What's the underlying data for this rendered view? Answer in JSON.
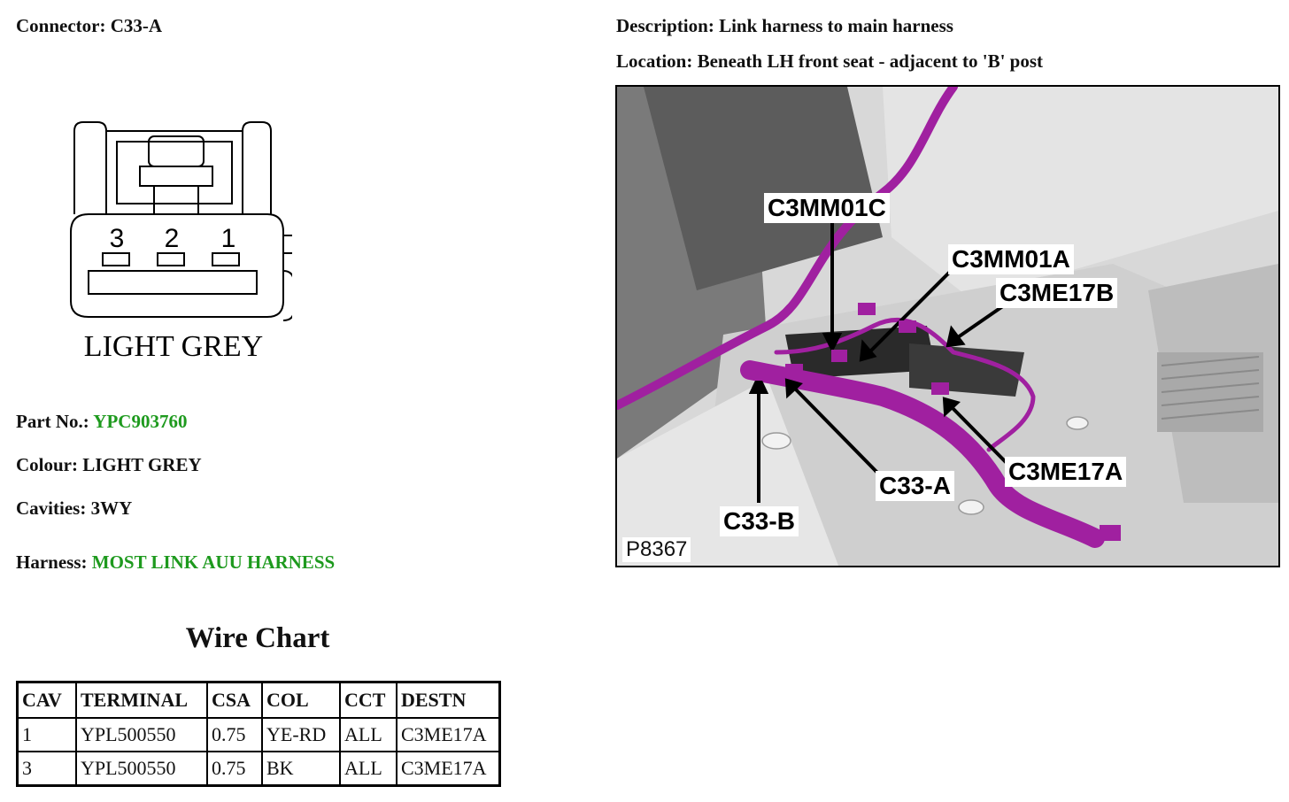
{
  "connector": {
    "label": "Connector:",
    "value": "C33-A"
  },
  "description": {
    "label": "Description:",
    "value": "Link harness to main harness"
  },
  "location": {
    "label": "Location:",
    "value": "Beneath LH front seat - adjacent to 'B' post"
  },
  "diagram": {
    "pins": [
      "3",
      "2",
      "1"
    ],
    "color_label": "LIGHT GREY"
  },
  "part_no": {
    "label": "Part No.:",
    "value": "YPC903760"
  },
  "colour": {
    "label": "Colour:",
    "value": "LIGHT GREY"
  },
  "cavities": {
    "label": "Cavities:",
    "value": "3WY"
  },
  "harness": {
    "label": "Harness:",
    "value": "MOST LINK AUU HARNESS"
  },
  "wire_chart": {
    "title": "Wire Chart",
    "headers": [
      "CAV",
      "TERMINAL",
      "CSA",
      "COL",
      "CCT",
      "DESTN"
    ],
    "rows": [
      [
        "1",
        "YPL500550",
        "0.75",
        "YE-RD",
        "ALL",
        "C3ME17A"
      ],
      [
        "3",
        "YPL500550",
        "0.75",
        "BK",
        "ALL",
        "C3ME17A"
      ]
    ]
  },
  "photo": {
    "callouts": [
      "C3MM01C",
      "C3MM01A",
      "C3ME17B",
      "C33-A",
      "C3ME17A",
      "C33-B"
    ],
    "figure_id": "P8367",
    "harness_color": "#a020a0"
  }
}
